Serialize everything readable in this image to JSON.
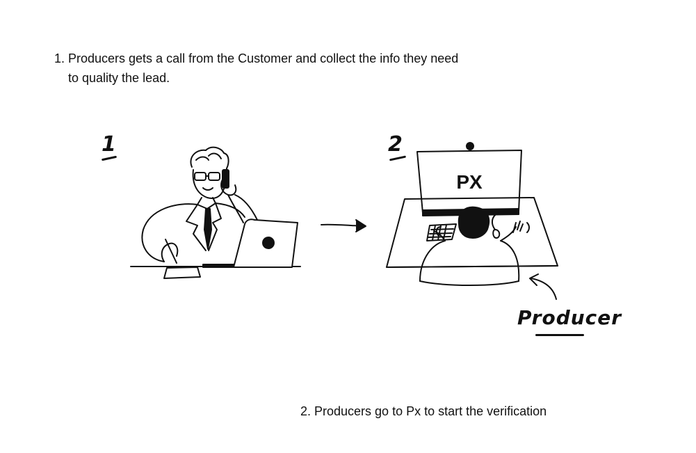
{
  "steps": [
    {
      "number": "1.",
      "line1": "Producers gets a call from the Customer and collect the info they need",
      "line2": "to quality the lead."
    },
    {
      "text": "2. Producers go to Px to start the verification"
    }
  ],
  "illustration": {
    "scene1_number": "1",
    "scene2_number": "2",
    "monitor_label": "PX",
    "producer_label": "Producer"
  },
  "icons": [
    "person-on-phone-illustration",
    "arrow-right-icon",
    "person-at-computer-illustration",
    "curved-arrow-icon"
  ],
  "colors": {
    "ink": "#111111",
    "background": "#ffffff"
  }
}
